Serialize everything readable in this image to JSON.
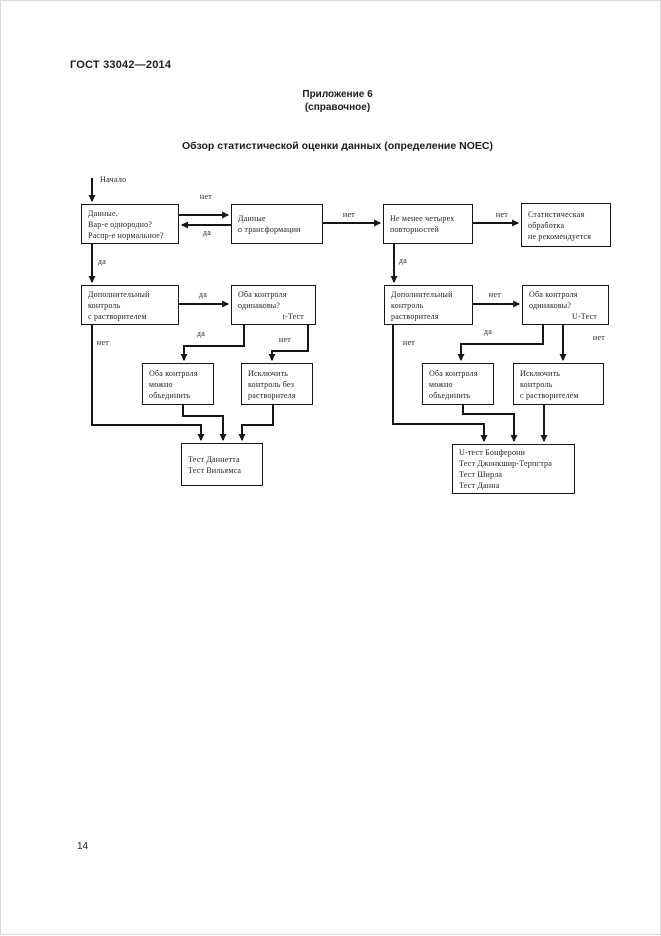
{
  "page": {
    "doc_number": "ГОСТ 33042—2014",
    "appendix": "Приложение 6",
    "appendix_type": "(справочное)",
    "title": "Обзор статистической оценки данных (определение NOEC)",
    "page_number": "14"
  },
  "colors": {
    "ink": "#1c1c1c",
    "background": "#ffffff"
  },
  "flowchart": {
    "start_label": "Начало",
    "label_yes": "да",
    "label_no": "нет",
    "nodes": {
      "data_check": {
        "lines": [
          "Данные.",
          "Вар-е однородно?",
          "Распр-е нормальное?"
        ]
      },
      "transformation": {
        "lines": [
          "Данные",
          "о трансформации"
        ]
      },
      "replicates": {
        "lines": [
          "Не менее четырех",
          "повторностей"
        ]
      },
      "no_stats": {
        "lines": [
          "Статистическая",
          "обработка",
          "не рекомендуется"
        ]
      },
      "solvent_control_left": {
        "lines": [
          "Дополнительный",
          "контроль",
          "с растворителем"
        ]
      },
      "t_test": {
        "lines": [
          "Оба контроля",
          "одинаковы?"
        ],
        "test": "t-Тест"
      },
      "solvent_control_right": {
        "lines": [
          "Дополнительный",
          "контроль",
          "растворителя"
        ]
      },
      "u_test": {
        "lines": [
          "Оба контроля",
          "одинаковы?"
        ],
        "test": "U-Тест"
      },
      "merge_left": {
        "lines": [
          "Оба контроля",
          "можно",
          "объединить"
        ]
      },
      "exclude_left": {
        "lines": [
          "Исключить",
          "контроль без",
          "растворителя"
        ]
      },
      "merge_right": {
        "lines": [
          "Оба контроля",
          "можно",
          "объединить"
        ]
      },
      "exclude_right": {
        "lines": [
          "Исключить",
          "контроль",
          "с растворителем"
        ]
      },
      "tests_left": {
        "lines": [
          "Тест Даннетта",
          "Тест Вильямса"
        ]
      },
      "tests_right": {
        "lines": [
          "U-тест Бонферони",
          "Тест Джонкшир-Терпстра",
          "Тест Ширла",
          "Тест Данна"
        ]
      }
    }
  }
}
